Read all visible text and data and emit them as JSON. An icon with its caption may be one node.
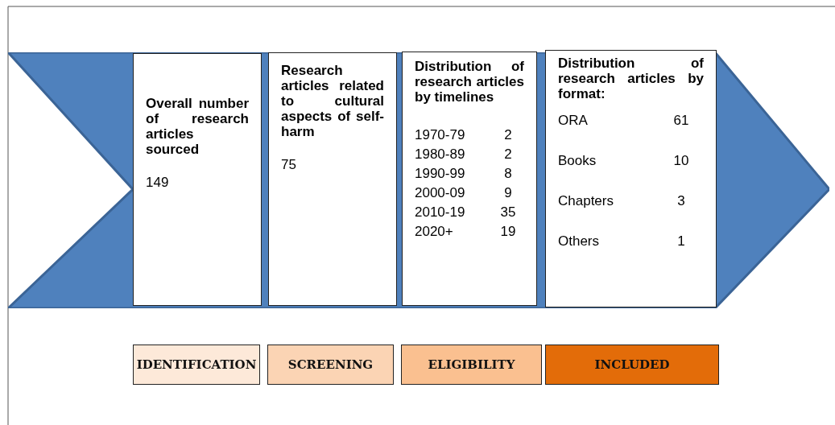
{
  "diagram": {
    "nodes": [
      {
        "text": [],
        "shape": "arrow"
      },
      {
        "text": [
          "Overall number of research articles sourced",
          "149"
        ],
        "in": 0
      },
      {
        "text": [
          "Research articles related to cultural aspects of self-harm",
          "75"
        ],
        "in": 0
      },
      {
        "text": [
          "Distribution of research articles by timelines",
          "1970-79",
          "2",
          "1980-89",
          "2",
          "1990-99",
          "8",
          "2000-09",
          "9",
          "2010-19",
          "35",
          "2020+",
          "19"
        ],
        "in": 0
      },
      {
        "text": [
          "Distribution of research articles by format:",
          "ORA",
          "61",
          "Books",
          "10",
          "Chapters",
          "3",
          "Others",
          "1"
        ],
        "in": 0
      },
      {
        "text": [
          "IDENTIFICATION"
        ]
      },
      {
        "text": [
          "SCREENING"
        ]
      },
      {
        "text": [
          "ELIGIBILITY"
        ]
      },
      {
        "text": [
          "INCLUDED"
        ]
      }
    ]
  }
}
